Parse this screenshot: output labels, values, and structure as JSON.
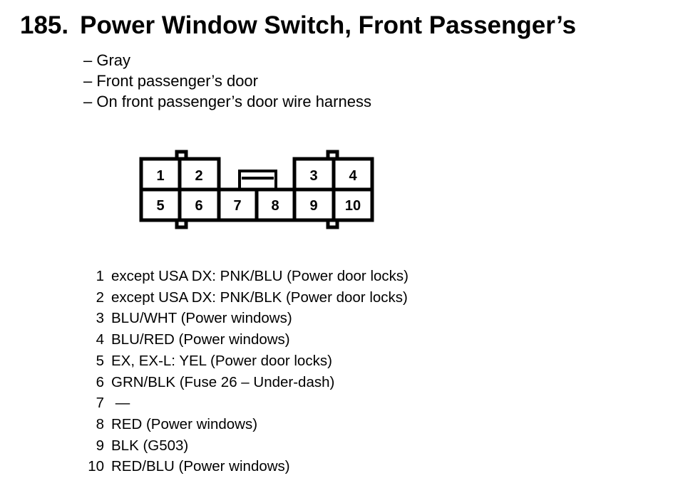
{
  "heading": {
    "number": "185.",
    "text": "Power Window Switch, Front Passenger’s"
  },
  "details": [
    "– Gray",
    "– Front passenger’s door",
    "– On front passenger’s door wire harness"
  ],
  "connector": {
    "cavities": [
      "1",
      "2",
      "3",
      "4",
      "5",
      "6",
      "7",
      "8",
      "9",
      "10"
    ]
  },
  "pins": [
    {
      "pin": "1",
      "desc": "except USA DX: PNK/BLU (Power door locks)"
    },
    {
      "pin": "2",
      "desc": "except USA DX: PNK/BLK (Power door locks)"
    },
    {
      "pin": "3",
      "desc": "BLU/WHT (Power windows)"
    },
    {
      "pin": "4",
      "desc": "BLU/RED (Power windows)"
    },
    {
      "pin": "5",
      "desc": "EX, EX-L: YEL (Power door locks)"
    },
    {
      "pin": "6",
      "desc": "GRN/BLK (Fuse 26 – Under-dash)"
    },
    {
      "pin": "7",
      "desc": " —"
    },
    {
      "pin": "8",
      "desc": "RED (Power windows)"
    },
    {
      "pin": "9",
      "desc": "BLK (G503)"
    },
    {
      "pin": "10",
      "desc": "RED/BLU (Power windows)"
    }
  ]
}
